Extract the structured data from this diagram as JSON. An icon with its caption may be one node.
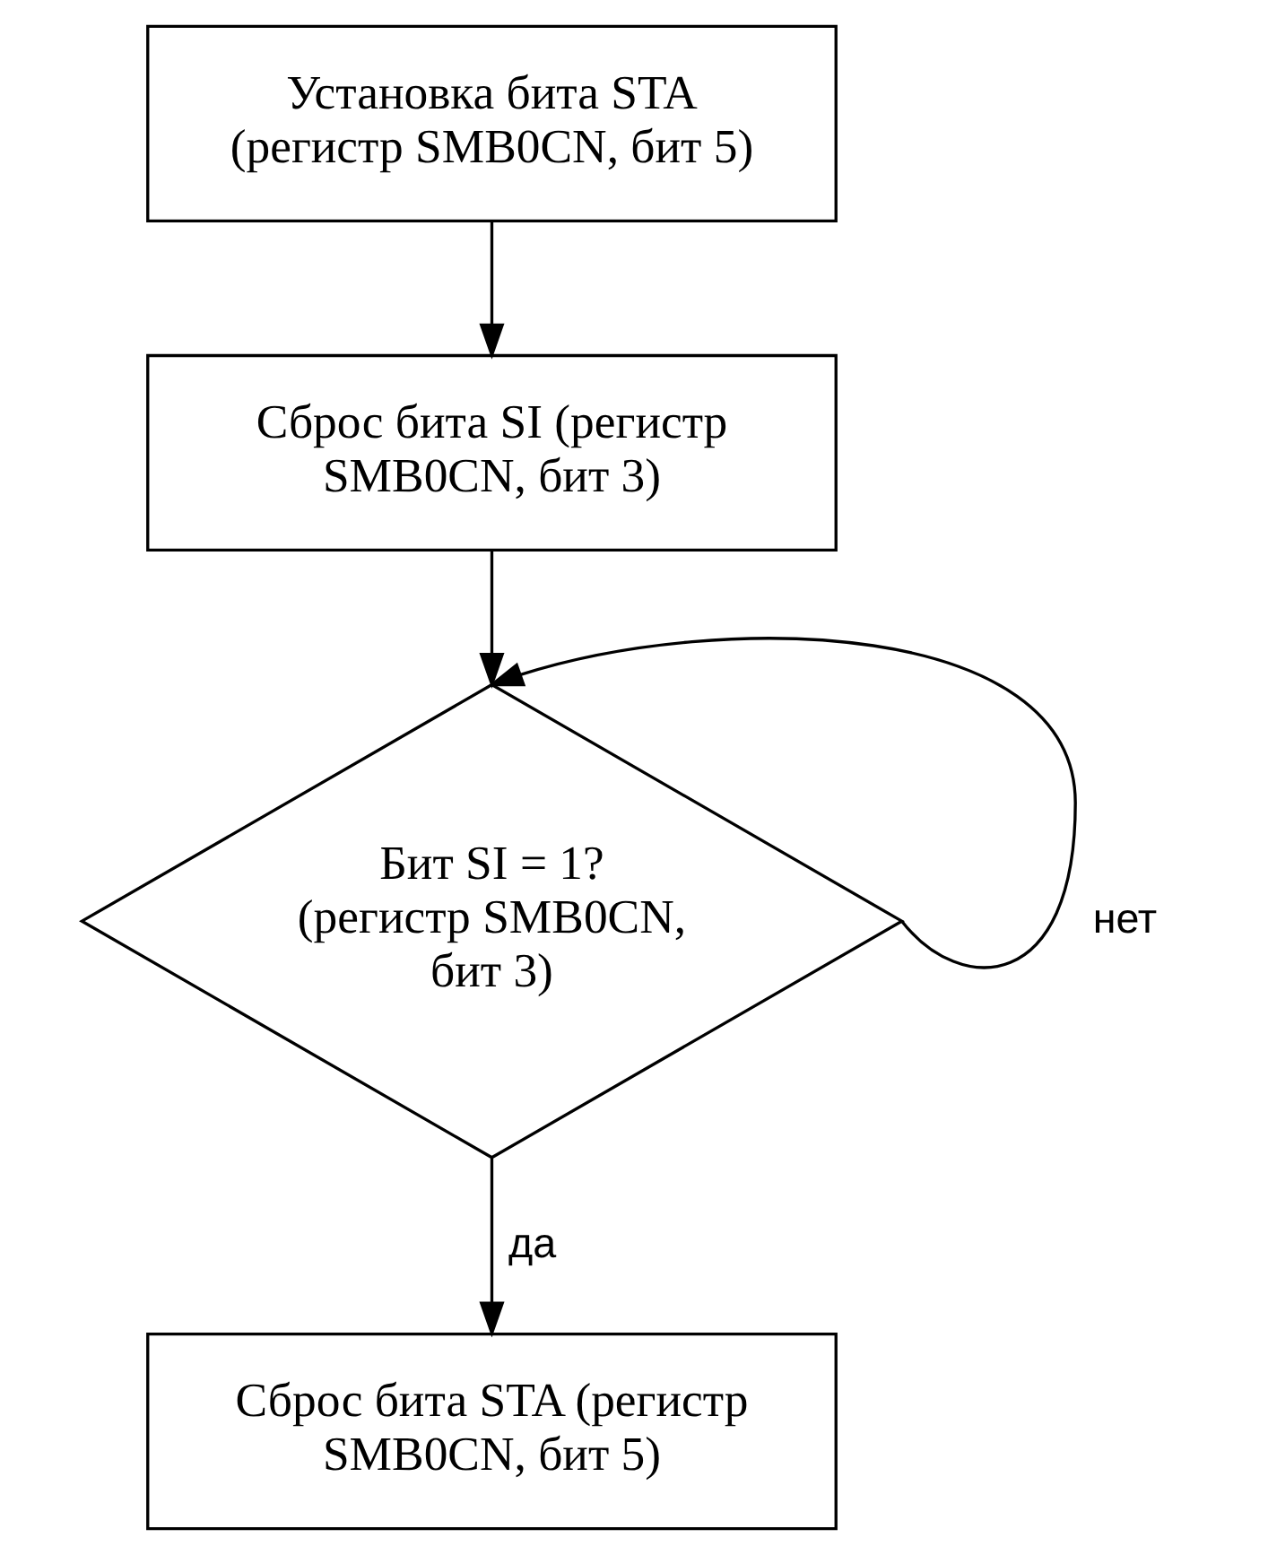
{
  "diagram": {
    "nodes": [
      {
        "text": [
          "Установка бита STA (регистр SMB0CN, бит 5)"
        ]
      },
      {
        "text": [
          "Сброс бита SI (регистр SMB0CN, бит 3)"
        ]
      },
      {
        "text": [
          "Бит SI = 1? (регистр SMB0CN, бит 3)"
        ]
      },
      {
        "text": [
          "Сброс бита STA (регистр SMB0CN, бит 5)"
        ]
      }
    ],
    "edges": [
      {
        "from": 0,
        "to": 1,
        "arrow": "to"
      },
      {
        "from": 1,
        "to": 2,
        "arrow": "to"
      },
      {
        "from": 2,
        "to": 3,
        "arrow": "to",
        "label": "да"
      },
      {
        "from": 2,
        "to": 2,
        "arrow": "to",
        "label": "нет"
      }
    ]
  }
}
